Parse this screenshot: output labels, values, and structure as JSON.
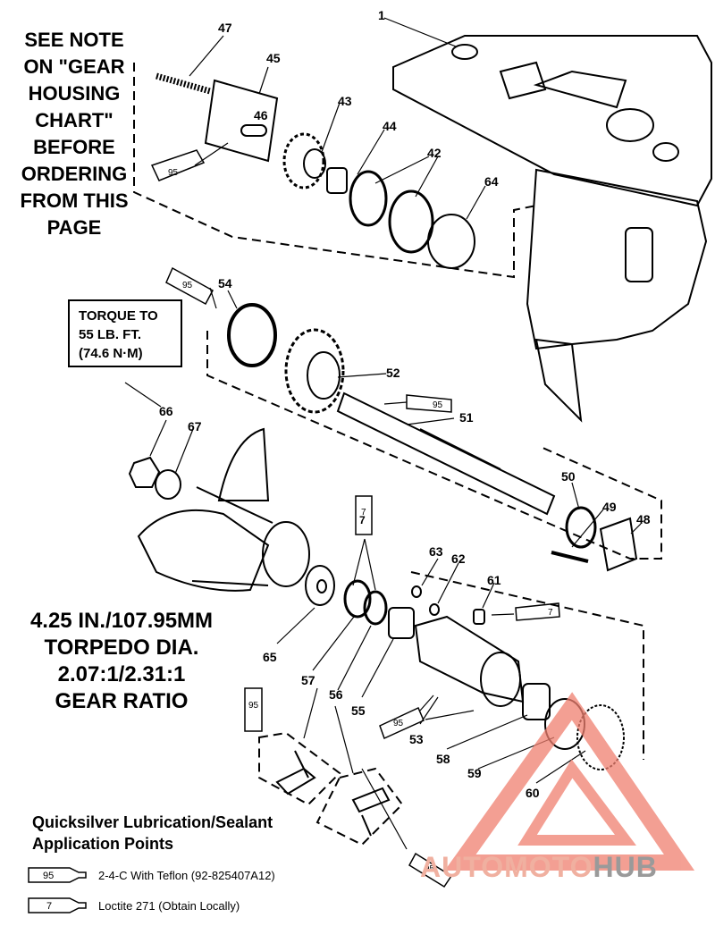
{
  "note": {
    "lines": [
      "SEE NOTE",
      "ON \"GEAR",
      "HOUSING",
      "CHART\"",
      "BEFORE",
      "ORDERING",
      "FROM THIS",
      "PAGE"
    ]
  },
  "torque_box": {
    "lines": [
      "TORQUE TO",
      "55 LB. FT.",
      "(74.6 N·M)"
    ]
  },
  "specs": {
    "lines": [
      "4.25 IN./107.95MM",
      "TORPEDO DIA.",
      "2.07:1/2.31:1",
      "GEAR RATIO"
    ]
  },
  "legend": {
    "title_lines": [
      "Quicksilver Lubrication/Sealant",
      "Application Points"
    ],
    "items": [
      {
        "code": "95",
        "text": "2-4-C With Teflon (92-825407A12)"
      },
      {
        "code": "7",
        "text": "Loctite 271 (Obtain Locally)"
      }
    ]
  },
  "watermark": {
    "part1": "AUTOMOTO",
    "part2": "HUB"
  },
  "colors": {
    "line": "#000000",
    "watermark_red": "#f08070",
    "watermark_grey": "#9a9a9a"
  },
  "callouts": [
    "1",
    "47",
    "45",
    "46",
    "43",
    "44",
    "42",
    "64",
    "54",
    "52",
    "51",
    "66",
    "67",
    "50",
    "49",
    "48",
    "63",
    "62",
    "61",
    "7",
    "65",
    "57",
    "56",
    "55",
    "53",
    "58",
    "59",
    "60"
  ],
  "tube_labels": [
    "95",
    "95",
    "95",
    "7",
    "7",
    "95",
    "95",
    "95"
  ]
}
